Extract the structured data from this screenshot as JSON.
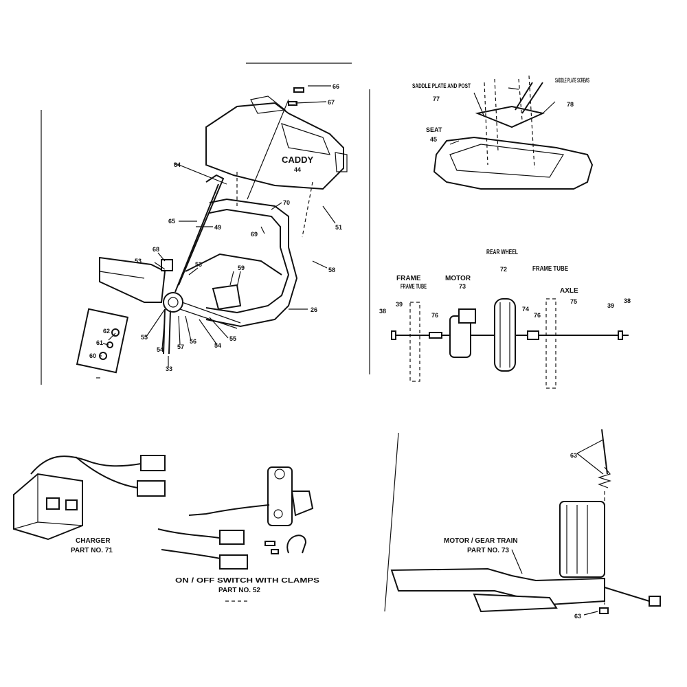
{
  "caddy": {
    "label": "CADDY",
    "num": "44"
  },
  "frame_parts": {
    "p66": "66",
    "p67": "67",
    "p64": "64",
    "p65": "65",
    "p49": "49",
    "p70": "70",
    "p69": "69",
    "p51": "51",
    "p58": "58",
    "p68": "68",
    "p53a": "53",
    "p53b": "53",
    "p59": "59",
    "p26": "26",
    "p62": "62",
    "p61": "61",
    "p60": "60",
    "p55a": "55",
    "p54a": "54",
    "p57": "57",
    "p56": "56",
    "p54b": "54",
    "p55b": "55",
    "p33": "33"
  },
  "seat": {
    "saddle_plate_label": "SADDLE PLATE AND POST",
    "saddle_plate_num": "77",
    "screws_label": "SADDLE PLATE SCREWS",
    "screws_num": "78",
    "seat_label": "SEAT",
    "seat_num": "45"
  },
  "axle_assembly": {
    "rear_wheel": "REAR WHEEL",
    "rear_wheel_num": "72",
    "frame_tube_left": "FRAME TUBE",
    "frame_tube_right": "FRAME TUBE",
    "motor": "MOTOR",
    "motor_num": "73",
    "axle": "AXLE",
    "axle_num": "75",
    "p38a": "38",
    "p39a": "39",
    "p76a": "76",
    "p74": "74",
    "p76b": "76",
    "p39b": "39",
    "p38b": "38"
  },
  "charger": {
    "label": "CHARGER",
    "part": "PART NO. 71"
  },
  "switch": {
    "label": "ON / OFF SWITCH WITH CLAMPS",
    "part": "PART NO. 52"
  },
  "motor_gear": {
    "label": "MOTOR / GEAR TRAIN",
    "part": "PART NO. 73",
    "p63a": "63",
    "p63b": "63"
  }
}
